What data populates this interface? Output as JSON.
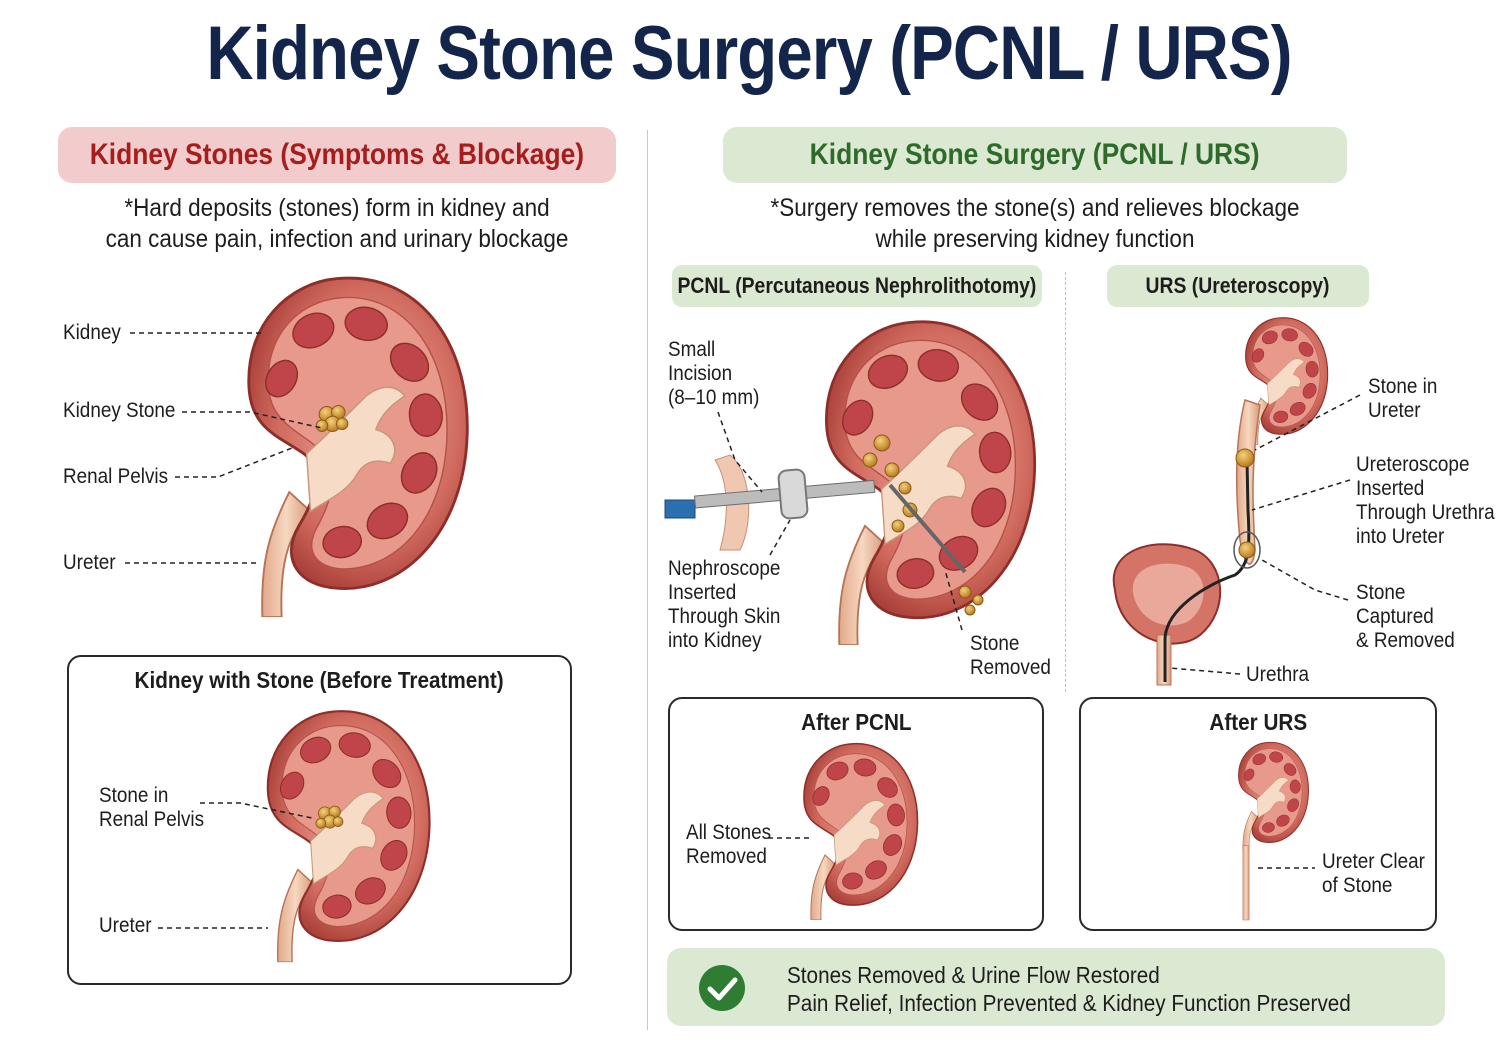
{
  "title": "Kidney Stone Surgery (PCNL / URS)",
  "left": {
    "header": "Kidney Stones (Symptoms & Blockage)",
    "description": [
      "*Hard deposits (stones) form in kidney and",
      "can cause pain, infection and urinary blockage"
    ],
    "labels": {
      "kidney": "Kidney",
      "stone": "Kidney Stone",
      "pelvis": "Renal Pelvis",
      "ureter": "Ureter"
    },
    "before_box": {
      "title": "Kidney with Stone (Before Treatment)",
      "stone_label": [
        "Stone in",
        "Renal Pelvis"
      ],
      "ureter_label": "Ureter"
    }
  },
  "right": {
    "header": "Kidney Stone Surgery (PCNL / URS)",
    "description": [
      "*Surgery removes the stone(s) and relieves blockage",
      "while preserving kidney function"
    ],
    "pcnl": {
      "header": "PCNL (Percutaneous Nephrolithotomy)",
      "incision_label": [
        "Small",
        "Incision",
        "(8–10 mm)"
      ],
      "scope_label": [
        "Nephroscope",
        "Inserted",
        "Through Skin",
        "into Kidney"
      ],
      "removed_label": [
        "Stone",
        "Removed"
      ]
    },
    "urs": {
      "header": "URS (Ureteroscopy)",
      "stone_label": [
        "Stone in",
        "Ureter"
      ],
      "scope_label": [
        "Ureteroscope",
        "Inserted",
        "Through Urethra",
        "into Ureter"
      ],
      "captured_label": [
        "Stone",
        "Captured",
        "& Removed"
      ],
      "urethra_label": "Urethra"
    },
    "after_pcnl": {
      "title": "After PCNL",
      "label": [
        "All Stones",
        "Removed"
      ]
    },
    "after_urs": {
      "title": "After URS",
      "label": [
        "Ureter Clear",
        "of Stone"
      ]
    },
    "banner": [
      "Stones Removed & Urine Flow Restored",
      "Pain Relief, Infection Prevented & Kidney Function Preserved"
    ]
  },
  "colors": {
    "title": "#13254a",
    "red_header": "#a51d1d",
    "green_header": "#2e6b2b",
    "kidney_outer": "#c8564e",
    "kidney_inner": "#e89a8a",
    "stone": "#d9a23e",
    "check": "#2e7d32"
  },
  "icons": [
    "check-circle-icon"
  ]
}
